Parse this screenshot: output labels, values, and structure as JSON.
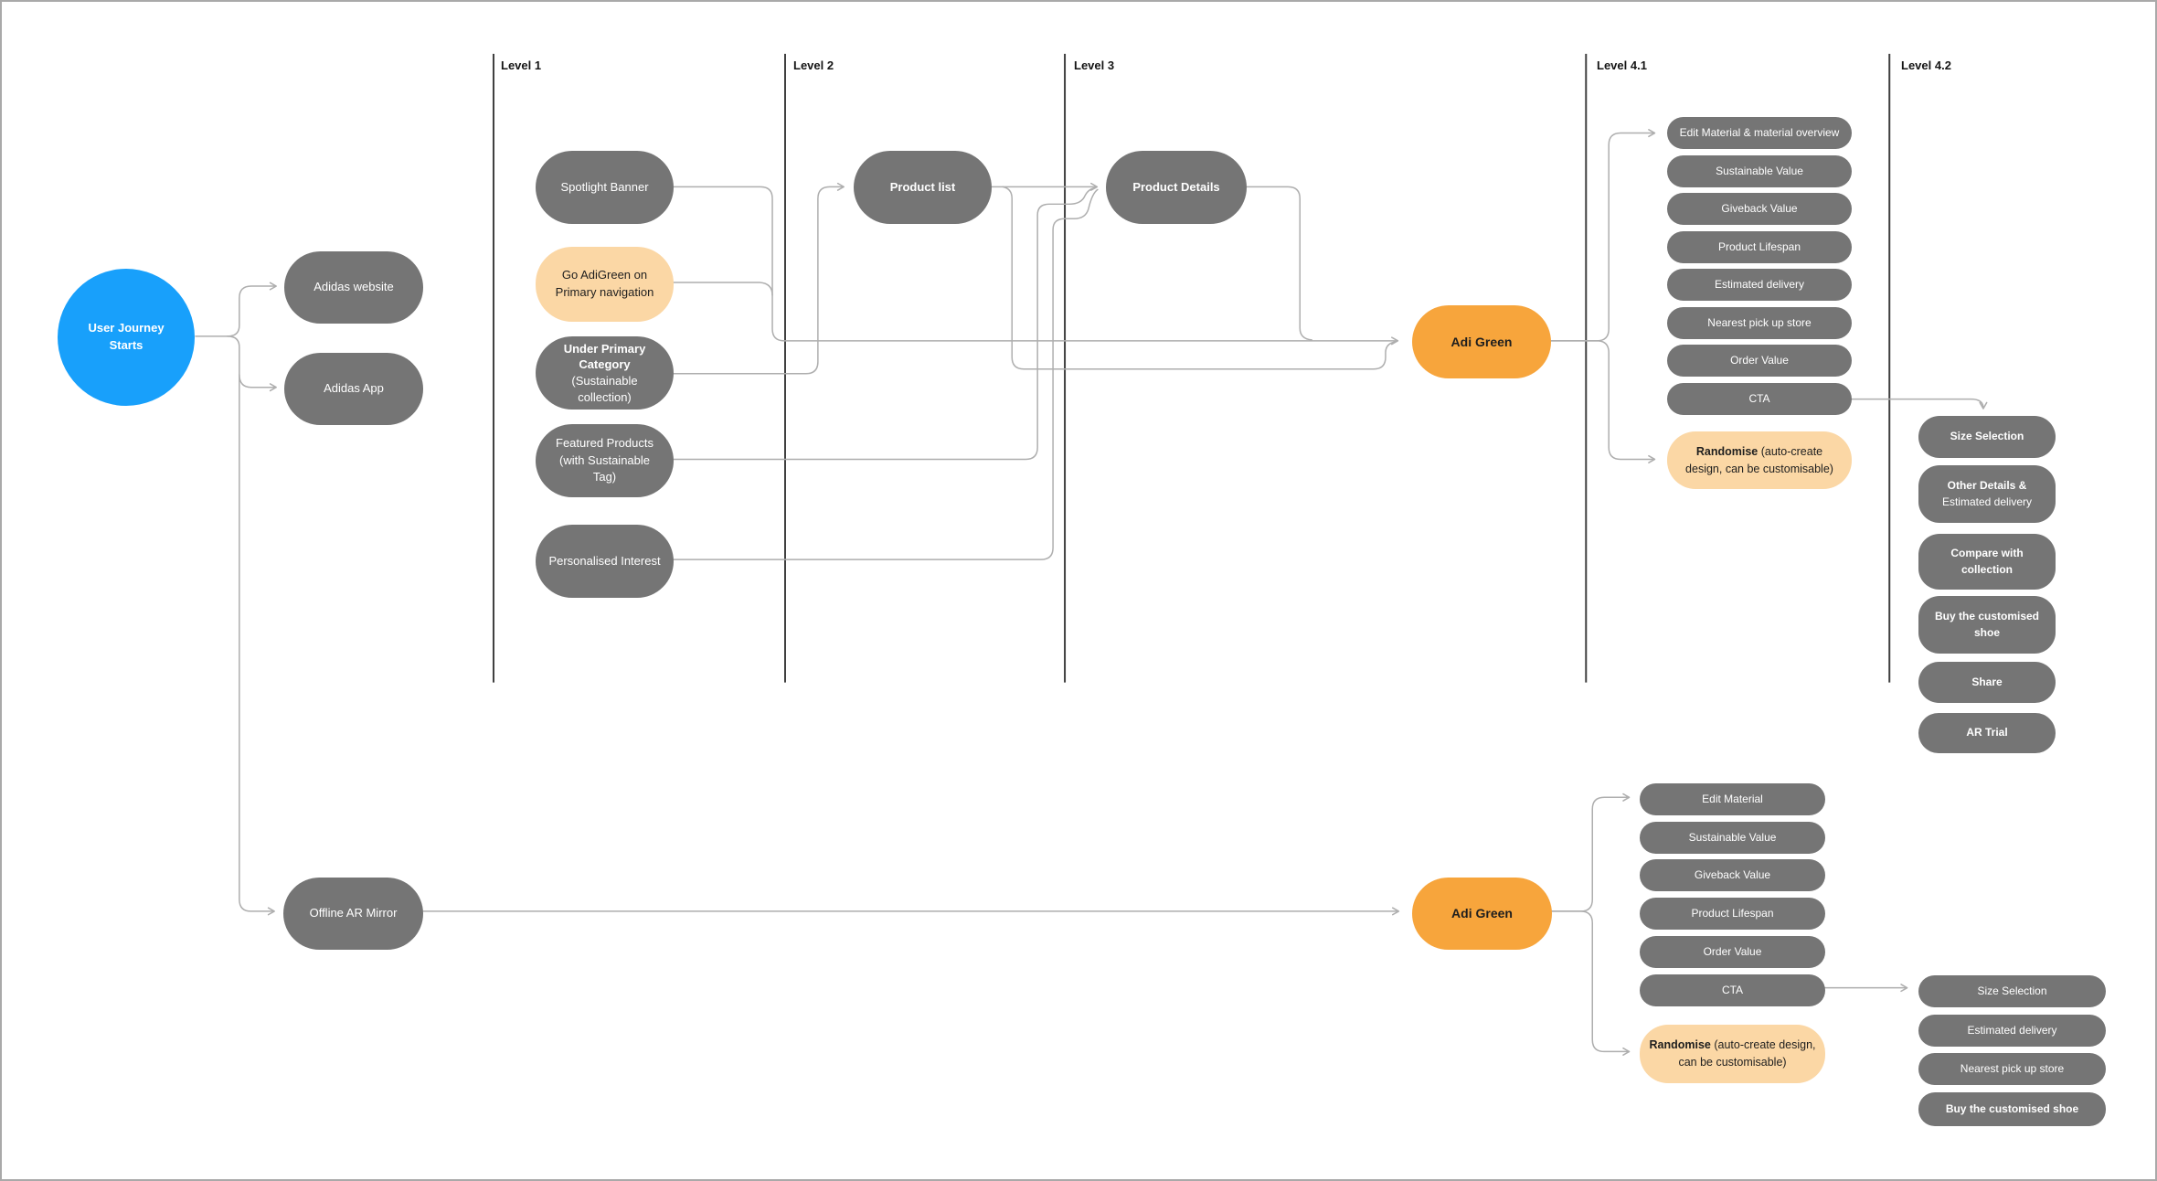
{
  "levels": [
    {
      "label": "Level 1"
    },
    {
      "label": "Level 2"
    },
    {
      "label": "Level 3"
    },
    {
      "label": "Level 4.1"
    },
    {
      "label": "Level 4.2"
    }
  ],
  "colors": {
    "node_gray": "#757575",
    "node_orange": "#F7A53C",
    "node_peach": "#FBD7A5",
    "node_blue": "#18A0FB",
    "connector": "#AEAEAE",
    "divider": "#3F3F3F",
    "text_light": "#FFFFFF",
    "text_dark": "#1E1E1E"
  },
  "nodes": {
    "user_journey": {
      "label": "User Journey\nStarts"
    },
    "adidas_website": {
      "label": "Adidas website"
    },
    "adidas_app": {
      "label": "Adidas App"
    },
    "spotlight_banner": {
      "label": "Spotlight Banner"
    },
    "go_adigreen": {
      "label": "Go AdiGreen on Primary navigation"
    },
    "under_primary": {
      "bold": "Under Primary Category",
      "rest": "(Sustainable collection)"
    },
    "featured_products": {
      "label": "Featured Products (with Sustainable Tag)"
    },
    "personalised_interest": {
      "label": "Personalised Interest"
    },
    "product_list": {
      "label": "Product list"
    },
    "product_details": {
      "label": "Product Details"
    },
    "adi_green_top": {
      "label": "Adi Green"
    },
    "offline_ar_mirror": {
      "label": "Offline AR Mirror"
    },
    "adi_green_bottom": {
      "label": "Adi Green"
    }
  },
  "level41": {
    "items": [
      "Edit Material & material overview",
      "Sustainable Value",
      "Giveback Value",
      "Product Lifespan",
      "Estimated delivery",
      "Nearest pick up store",
      "Order Value",
      "CTA"
    ],
    "randomise": {
      "bold": "Randomise",
      "rest": " (auto-create design, can be customisable)"
    }
  },
  "level42": {
    "items": [
      {
        "bold": "Size Selection",
        "rest": ""
      },
      {
        "bold": "Other Details &",
        "rest": "Estimated delivery"
      },
      {
        "bold": "Compare with collection",
        "rest": ""
      },
      {
        "bold": "Buy the customised shoe",
        "rest": ""
      },
      {
        "bold": "Share",
        "rest": ""
      },
      {
        "bold": "AR Trial",
        "rest": ""
      }
    ]
  },
  "bottom41": {
    "items": [
      "Edit Material",
      "Sustainable Value",
      "Giveback Value",
      "Product Lifespan",
      "Order Value",
      "CTA"
    ],
    "randomise": {
      "bold": "Randomise",
      "rest": " (auto-create design, can be customisable)"
    }
  },
  "bottom42": {
    "items": [
      "Size Selection",
      "Estimated delivery",
      "Nearest pick up store",
      "Buy the customised shoe"
    ]
  }
}
